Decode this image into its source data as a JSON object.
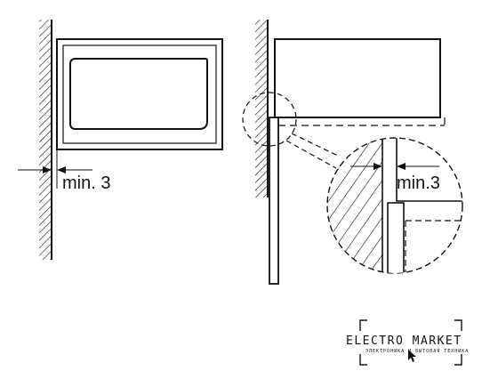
{
  "labels": {
    "left_clearance": "min. 3",
    "right_clearance": "min.3"
  },
  "logo": {
    "brand": "ELECTRO MARKET",
    "tagline": "ЭЛЕКТРОНИКА И БЫТОВАЯ ТЕХНИКА"
  },
  "colors": {
    "line": "#111111",
    "background": "#ffffff"
  }
}
